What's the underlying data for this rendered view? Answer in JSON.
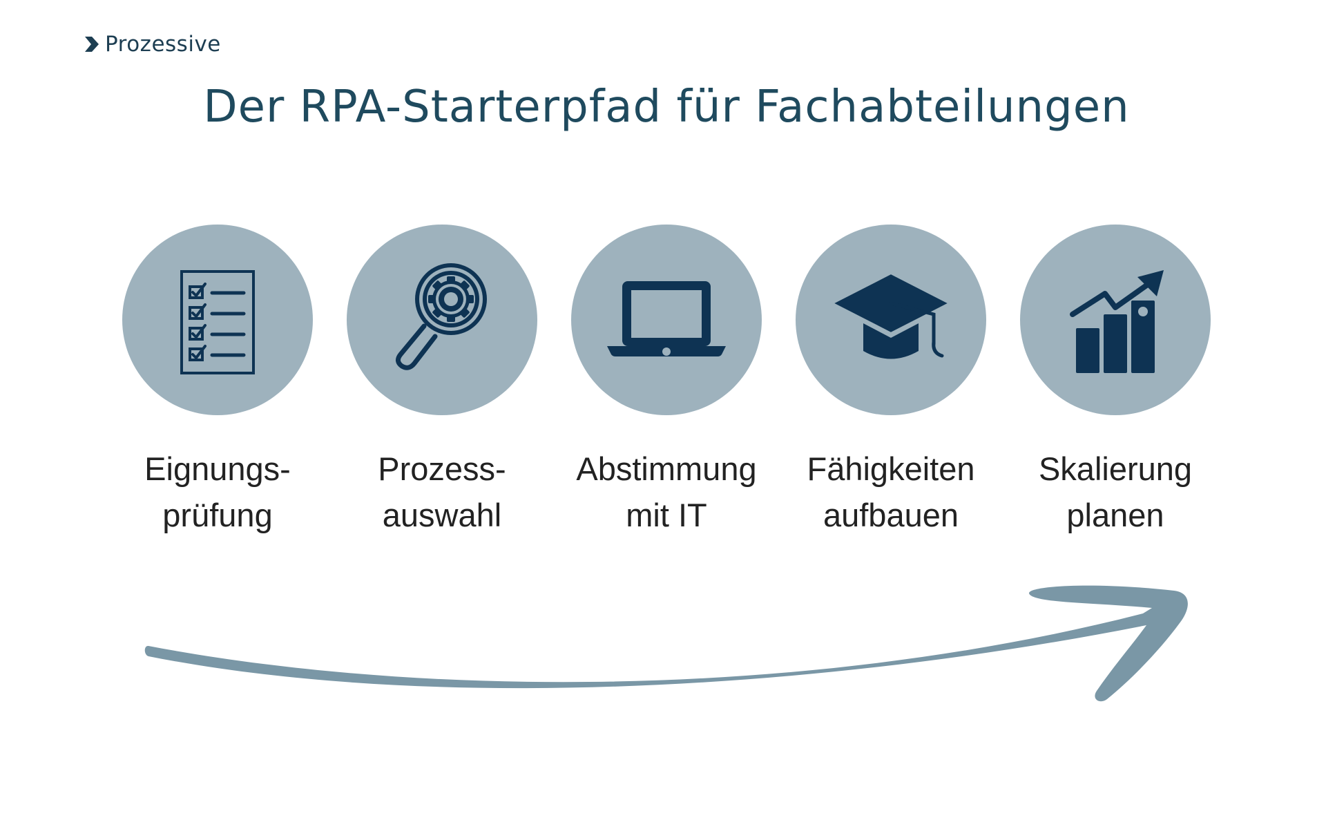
{
  "brand": {
    "name": "Prozessive",
    "logo_icon": "chevron-right-icon",
    "color": "#1d3e52"
  },
  "title": "Der RPA-Starterpfad für Fachabteilungen",
  "colors": {
    "title": "#1f4a5e",
    "circle": "#9eb2bd",
    "icon": "#0e3353",
    "arrow": "#7a97a6",
    "label": "#222222"
  },
  "steps": [
    {
      "icon": "checklist-icon",
      "label_line1": "Eignungs-",
      "label_line2": "prüfung"
    },
    {
      "icon": "magnifier-gear-icon",
      "label_line1": "Prozess-",
      "label_line2": "auswahl"
    },
    {
      "icon": "laptop-icon",
      "label_line1": "Abstimmung",
      "label_line2": "mit IT"
    },
    {
      "icon": "graduation-cap-icon",
      "label_line1": "Fähigkeiten",
      "label_line2": "aufbauen"
    },
    {
      "icon": "growth-chart-icon",
      "label_line1": "Skalierung",
      "label_line2": "planen"
    }
  ]
}
